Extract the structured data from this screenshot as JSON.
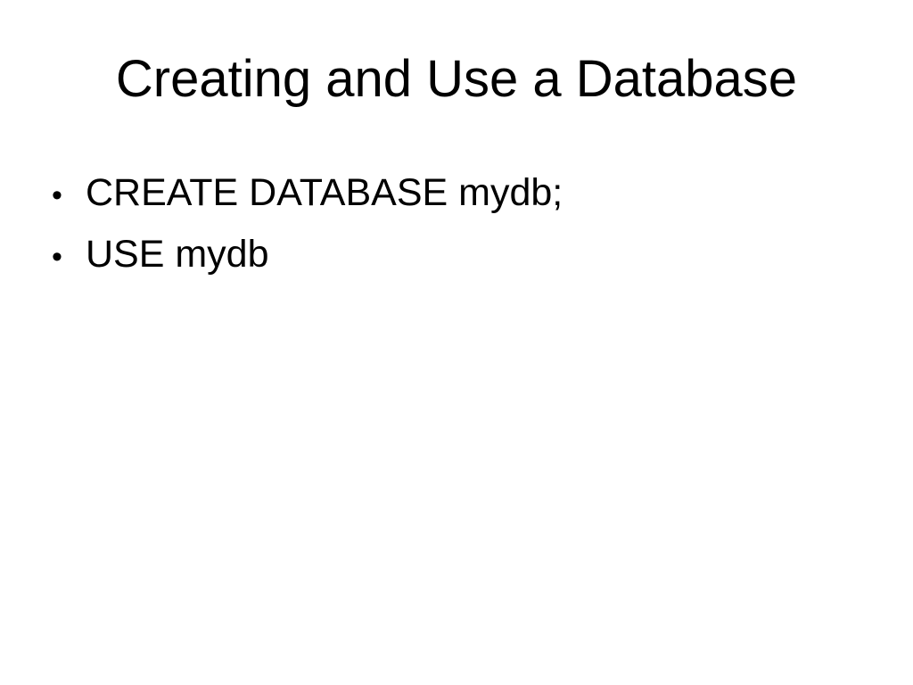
{
  "slide": {
    "title": "Creating and Use a Database",
    "bullets": [
      {
        "label": "CREATE DATABASE mydb;"
      },
      {
        "label": "USE mydb"
      }
    ],
    "bullet_glyph": "•",
    "colors": {
      "background": "#ffffff",
      "text": "#000000"
    }
  }
}
